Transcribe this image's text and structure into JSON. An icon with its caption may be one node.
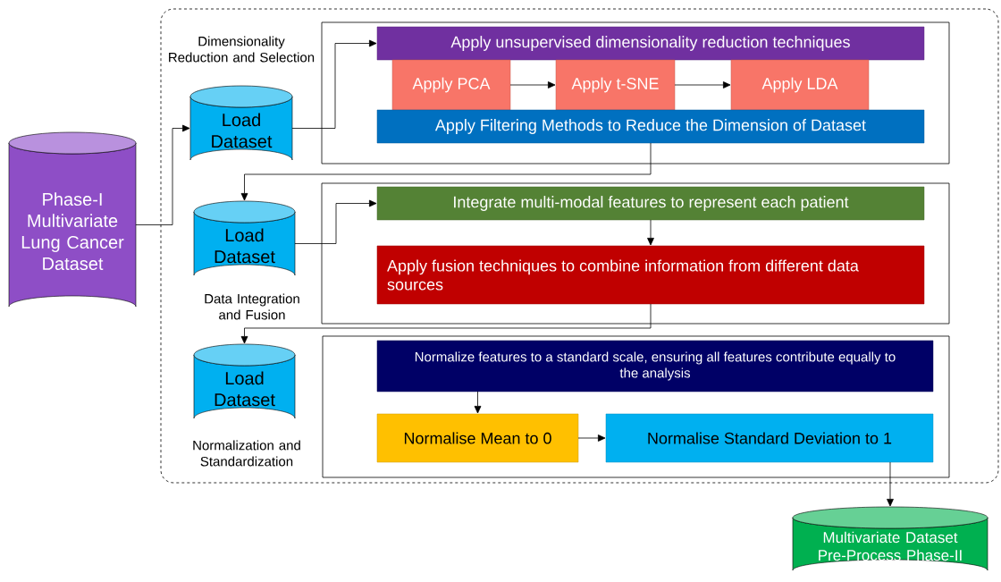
{
  "diagram": {
    "nodes": [
      {
        "text": [
          "Phase-I Multivariate Lung Cancer Dataset"
        ]
      },
      {
        "text": [],
        "shape": "box"
      },
      {
        "text": [
          "Load Dataset"
        ],
        "in": 1,
        "beside": [
          "Dimensionality Reduction and Selection"
        ]
      },
      {
        "text": [],
        "shape": "box",
        "in": 1
      },
      {
        "text": [
          "Apply unsupervised dimensionality reduction techniques"
        ],
        "in": 3
      },
      {
        "text": [
          "Apply PCA"
        ],
        "in": 3
      },
      {
        "text": [
          "Apply t-SNE"
        ],
        "in": 3
      },
      {
        "text": [
          "Apply LDA"
        ],
        "in": 3
      },
      {
        "text": [
          "Apply Filtering Methods to Reduce the Dimension of Dataset"
        ],
        "in": 3
      },
      {
        "text": [
          "Load Dataset"
        ],
        "in": 1,
        "beside": [
          "Data Integration and Fusion"
        ]
      },
      {
        "text": [],
        "shape": "box",
        "in": 1
      },
      {
        "text": [
          "Integrate multi-modal features to represent each patient"
        ],
        "in": 10
      },
      {
        "text": [
          "Apply fusion techniques to combine information from different data sources"
        ],
        "in": 10
      },
      {
        "text": [
          "Load Dataset"
        ],
        "in": 1,
        "beside": [
          "Normalization and Standardization"
        ]
      },
      {
        "text": [],
        "shape": "box",
        "in": 1
      },
      {
        "text": [
          "Normalize features to a standard scale, ensuring all features contribute equally to the analysis"
        ],
        "in": 14
      },
      {
        "text": [
          "Normalise Mean to 0"
        ],
        "in": 14
      },
      {
        "text": [
          "Normalise Standard Deviation to 1"
        ],
        "in": 14
      },
      {
        "text": [
          "Multivariate Dataset Pre-Process Phase-II"
        ]
      }
    ],
    "edges": [
      {
        "from": 0,
        "to": 2,
        "arrow": "to"
      },
      {
        "from": 2,
        "to": 4,
        "arrow": "to"
      },
      {
        "from": 5,
        "to": 6,
        "arrow": "to"
      },
      {
        "from": 6,
        "to": 7,
        "arrow": "to"
      },
      {
        "from": 8,
        "to": 9,
        "arrow": "to"
      },
      {
        "from": 9,
        "to": 11,
        "arrow": "to"
      },
      {
        "from": 11,
        "to": 12,
        "arrow": "to"
      },
      {
        "from": 12,
        "to": 13,
        "arrow": "to"
      },
      {
        "from": 15,
        "to": 16,
        "arrow": "to"
      },
      {
        "from": 16,
        "to": 17,
        "arrow": "to"
      },
      {
        "from": 17,
        "to": 18,
        "arrow": "to"
      }
    ]
  }
}
